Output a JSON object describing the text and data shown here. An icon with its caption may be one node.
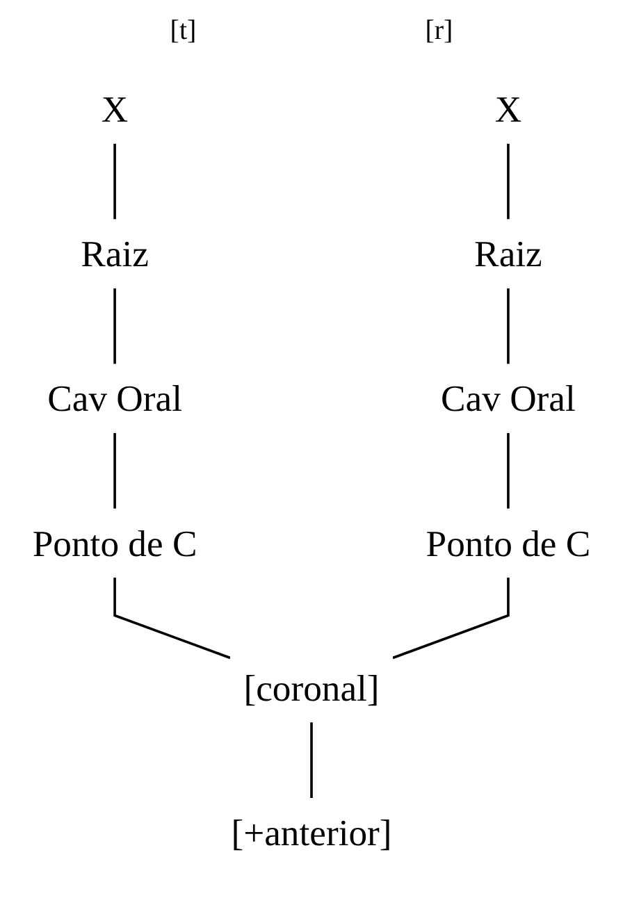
{
  "diagram": {
    "nodes": [
      {
        "text": [
          "X"
        ]
      },
      {
        "text": [
          "Raiz"
        ]
      },
      {
        "text": [
          "Cav Oral"
        ]
      },
      {
        "text": [
          "Ponto de C"
        ]
      },
      {
        "text": [
          "X"
        ]
      },
      {
        "text": [
          "Raiz"
        ]
      },
      {
        "text": [
          "Cav Oral"
        ]
      },
      {
        "text": [
          "Ponto de C"
        ]
      },
      {
        "text": [
          "[coronal]"
        ]
      },
      {
        "text": [
          "[+anterior]"
        ]
      }
    ],
    "edges": [
      {
        "from": 0,
        "to": 1,
        "arrow": "none"
      },
      {
        "from": 1,
        "to": 2,
        "arrow": "none"
      },
      {
        "from": 2,
        "to": 3,
        "arrow": "none"
      },
      {
        "from": 4,
        "to": 5,
        "arrow": "none"
      },
      {
        "from": 5,
        "to": 6,
        "arrow": "none"
      },
      {
        "from": 6,
        "to": 7,
        "arrow": "none"
      },
      {
        "from": 3,
        "to": 8,
        "arrow": "none"
      },
      {
        "from": 7,
        "to": 8,
        "arrow": "none"
      },
      {
        "from": 8,
        "to": 9,
        "arrow": "none"
      }
    ],
    "labels": [
      "[t]",
      "[r]"
    ]
  }
}
